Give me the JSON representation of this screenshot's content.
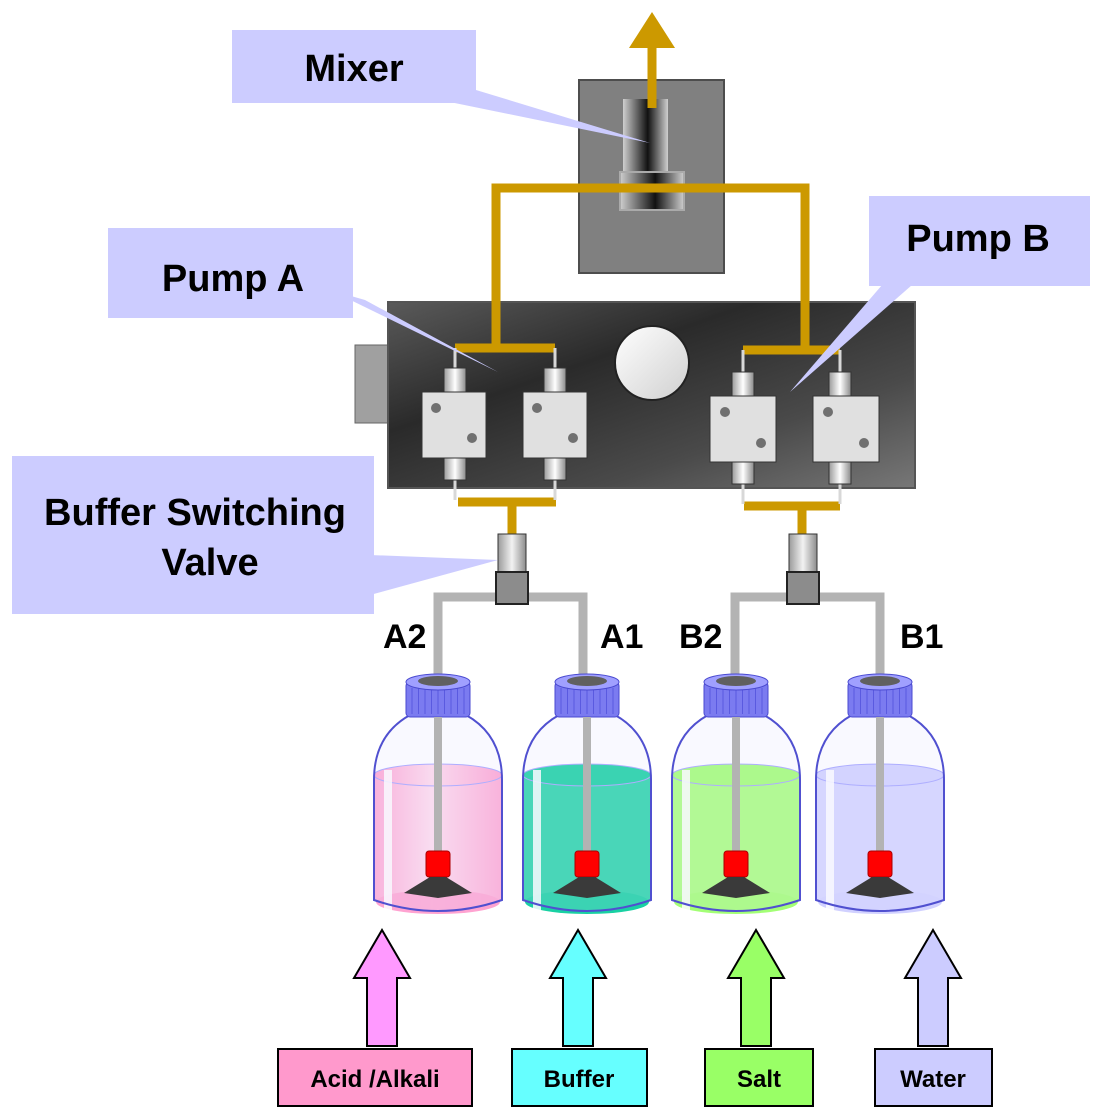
{
  "callouts": {
    "mixer": "Mixer",
    "pump_a": "Pump A",
    "pump_b": "Pump B",
    "valve_line1": "Buffer Switching",
    "valve_line2": "Valve"
  },
  "ports": {
    "a2": "A2",
    "a1": "A1",
    "b2": "B2",
    "b1": "B1"
  },
  "reagents": {
    "acid_alkali": "Acid /Alkali",
    "buffer": "Buffer",
    "salt": "Salt",
    "water": "Water"
  },
  "colors": {
    "tubing": "#cc9900",
    "inlet_tubing": "#b3b3b3",
    "callout_fill": "#ccccff",
    "pump_body": "#3a3a3a",
    "mixer_body": "#808080",
    "bottle_cap": "#7b7bf0",
    "acid_alkali": "#ff99cc",
    "buffer": "#00cc99",
    "salt": "#99ff66",
    "water": "#ccccff",
    "arrow_acid_alkali": "#ff99ff",
    "arrow_buffer": "#66ffff",
    "arrow_salt": "#99ff66",
    "arrow_water": "#ccccff"
  }
}
